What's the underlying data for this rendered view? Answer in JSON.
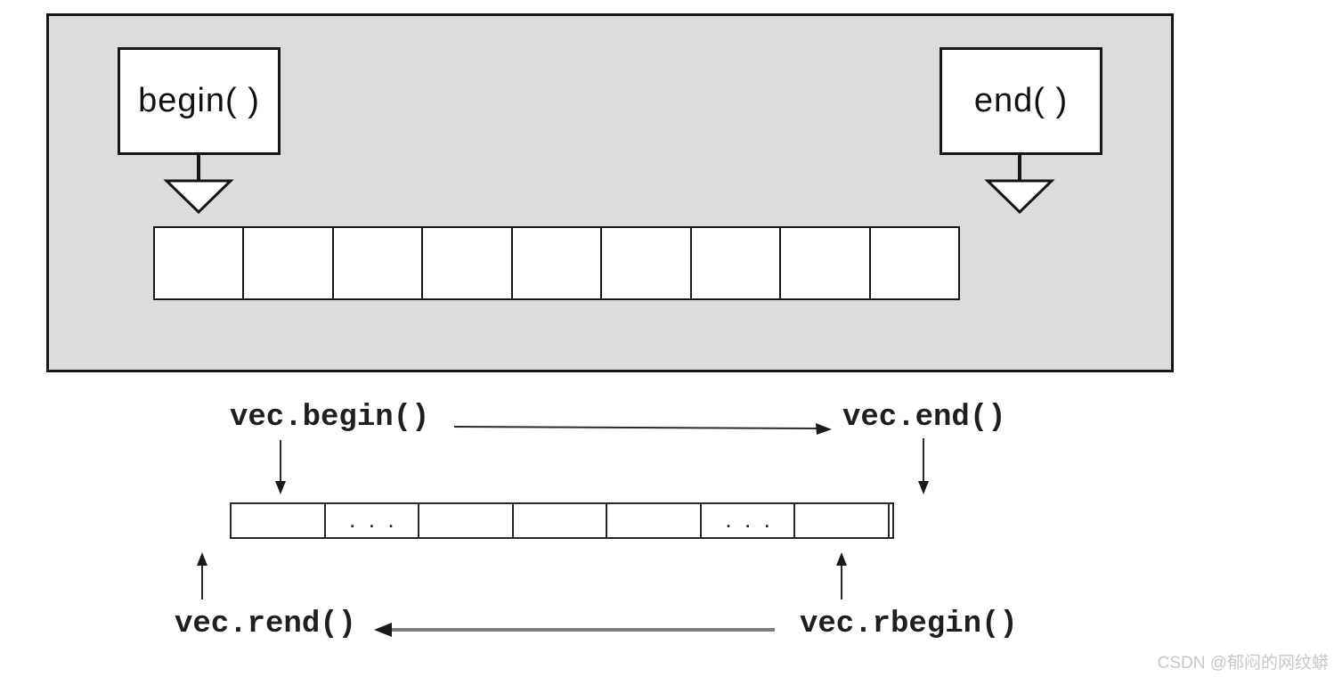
{
  "top_diagram": {
    "begin_label": "begin( )",
    "end_label": "end( )",
    "array_cells": [
      "",
      "",
      "",
      "",
      "",
      "",
      "",
      "",
      ""
    ]
  },
  "bottom_diagram": {
    "begin_label": "vec.begin()",
    "end_label": "vec.end()",
    "rend_label": "vec.rend()",
    "rbegin_label": "vec.rbegin()",
    "array_cells": [
      "",
      ". . .",
      "",
      "",
      "",
      ". . .",
      ""
    ]
  },
  "watermark": "CSDN @郁闷的网纹蟒",
  "colors": {
    "panel_fill": "#dcdcdc",
    "ink": "#1a1a1a",
    "bottom_arrow_line": "#7d7d7d",
    "watermark": "#c8c8c8"
  }
}
